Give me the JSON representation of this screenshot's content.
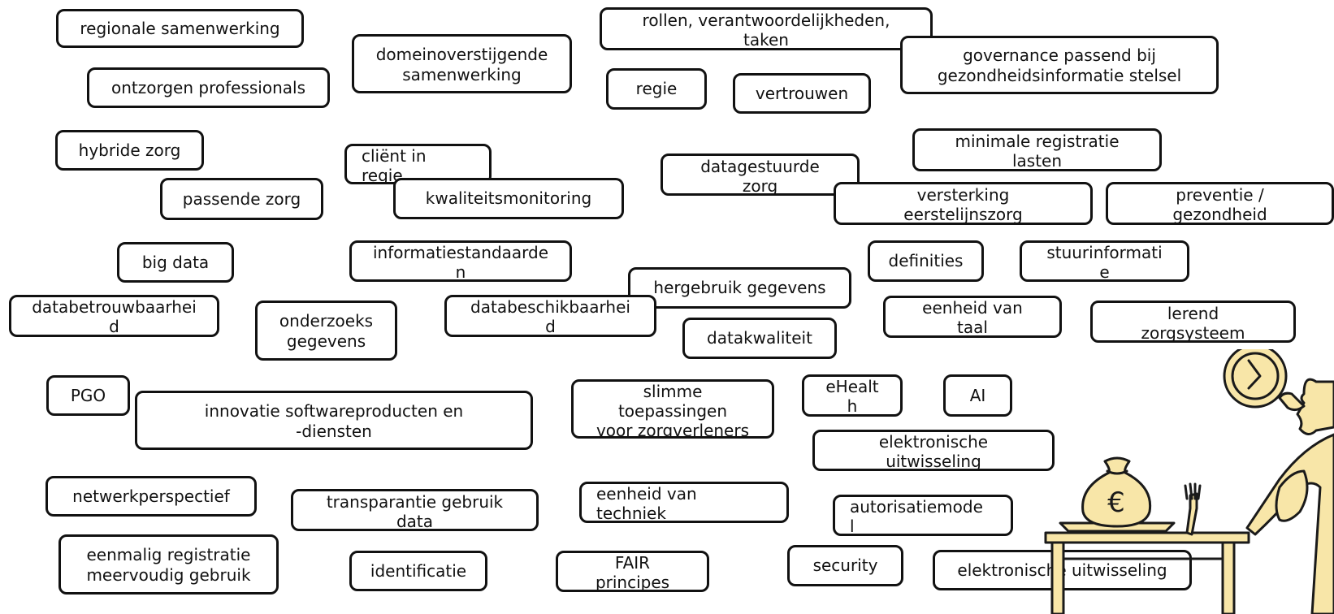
{
  "labels": {
    "regionale_samenwerking": "regionale samenwerking",
    "domeinoverstijgende_samenwerking": "domeinoverstijgende\nsamenwerking",
    "rollen": "rollen, verantwoordelijkheden,\ntaken",
    "governance": "governance passend bij\ngezondheidsinformatie stelsel",
    "ontzorgen_professionals": "ontzorgen professionals",
    "regie": "regie",
    "vertrouwen": "vertrouwen",
    "hybride_zorg": "hybride zorg",
    "client_in_regie": "cliënt in\nregie",
    "datagestuurde_zorg": "datagestuurde\nzorg",
    "minimale_registratie": "minimale registratie\nlasten",
    "passende_zorg": "passende zorg",
    "kwaliteitsmonitoring": "kwaliteitsmonitoring",
    "versterking_eerstelijnszorg": "versterking\neerstelijnszorg",
    "preventie": "preventie /\ngezondheid",
    "big_data": "big data",
    "informatiestandaarden": "informatiestandaarde\nn",
    "definities": "definities",
    "stuurinformatie": "stuurinformati\ne",
    "hergebruik_gegevens": "hergebruik gegevens",
    "databetrouwbaarheid": "databetrouwbaarhei\nd",
    "onderzoeks_gegevens": "onderzoeks\ngegevens",
    "databeschikbaarheid": "databeschikbaarhei\nd",
    "eenheid_van_taal": "eenheid van\ntaal",
    "lerend_zorgsysteem": "lerend\nzorgsysteem",
    "datakwaliteit": "datakwaliteit",
    "pgo": "PGO",
    "innovatie": "innovatie softwareproducten en\n-diensten",
    "slimme_toepassingen": "slimme\ntoepassingen\nvoor zorgverleners",
    "ehealth": "eHealt\nh",
    "ai": "AI",
    "elektronische_uitwisseling_1": "elektronische\nuitwisseling",
    "netwerkperspectief": "netwerkperspectief",
    "transparantie": "transparantie gebruik\ndata",
    "eenheid_van_techniek": "eenheid van\ntechniek",
    "autorisatiemodel": "autorisatiemode\nl",
    "eenmalig_registratie": "eenmalig registratie\nmeervoudig gebruik",
    "identificatie": "identificatie",
    "fair_principes": "FAIR\nprincipes",
    "security": "security",
    "elektronische_uitwisseling_2": "elektronische uitwisseling"
  },
  "illustration": {
    "description_icon": "man-at-table-with-money-bag-illustration",
    "currency_symbol": "€",
    "colors": {
      "fill": "#f8e6a8",
      "stroke": "#1a1a1a"
    }
  }
}
